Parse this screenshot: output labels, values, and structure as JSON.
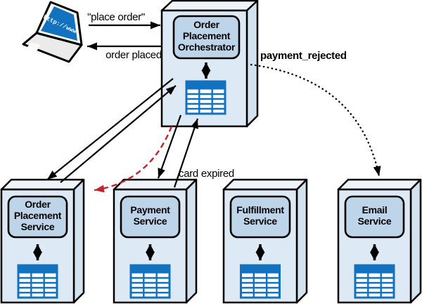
{
  "client": {
    "screen_text": "http://www"
  },
  "messages": {
    "place_order": "\"place order\"",
    "order_placed": "order placed",
    "payment_rejected": "payment_rejected",
    "card_expired": "card expired"
  },
  "orchestrator": {
    "label_lines": [
      "Order",
      "Placement",
      "Orchestrator"
    ]
  },
  "services": [
    {
      "id": "order-placement-service",
      "label_lines": [
        "Order",
        "Placement",
        "Service"
      ]
    },
    {
      "id": "payment-service",
      "label_lines": [
        "Payment",
        "Service"
      ]
    },
    {
      "id": "fulfillment-service",
      "label_lines": [
        "Fulfillment",
        "Service"
      ]
    },
    {
      "id": "email-service",
      "label_lines": [
        "Email",
        "Service"
      ]
    }
  ],
  "colors": {
    "box_front": "#dde9f4",
    "box_top": "#eef4fa",
    "box_side": "#d3e2ef",
    "label_fill": "#bed4e9",
    "table_blue": "#1272bf",
    "error_red": "#c5232b",
    "line_black": "#000000"
  }
}
